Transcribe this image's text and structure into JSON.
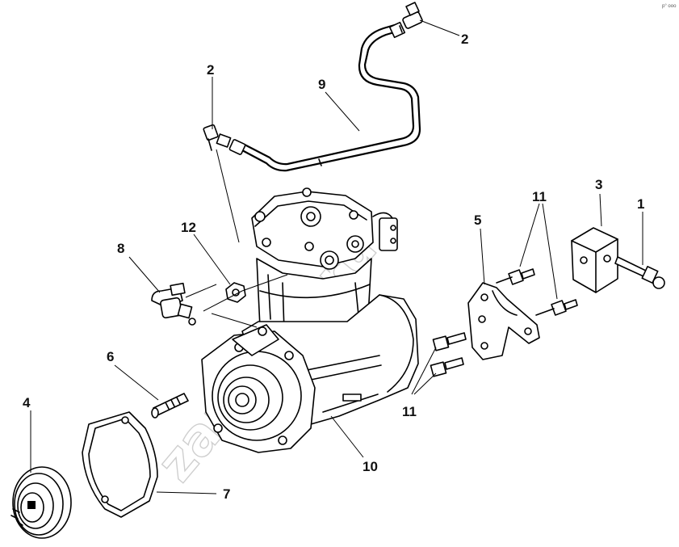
{
  "watermark": "zapkam.ru",
  "corner_mark": "p° ooo",
  "callouts": {
    "c1": "1",
    "c2a": "2",
    "c2b": "2",
    "c3": "3",
    "c4": "4",
    "c5": "5",
    "c6": "6",
    "c7": "7",
    "c8": "8",
    "c9": "9",
    "c10": "10",
    "c11a": "11",
    "c11b": "11",
    "c12": "12"
  }
}
